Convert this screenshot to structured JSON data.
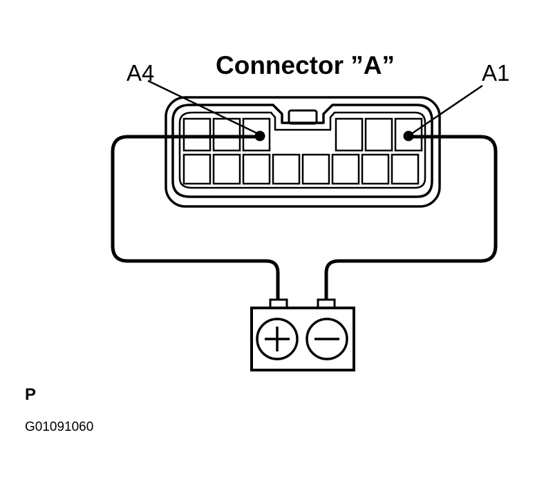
{
  "diagram": {
    "title": "Connector ”A”",
    "pins": [
      {
        "label": "A4"
      },
      {
        "label": "A1"
      }
    ],
    "battery": {
      "positive_icon": "plus-icon",
      "negative_icon": "minus-icon"
    },
    "code": "P",
    "reference": "G01091060"
  }
}
